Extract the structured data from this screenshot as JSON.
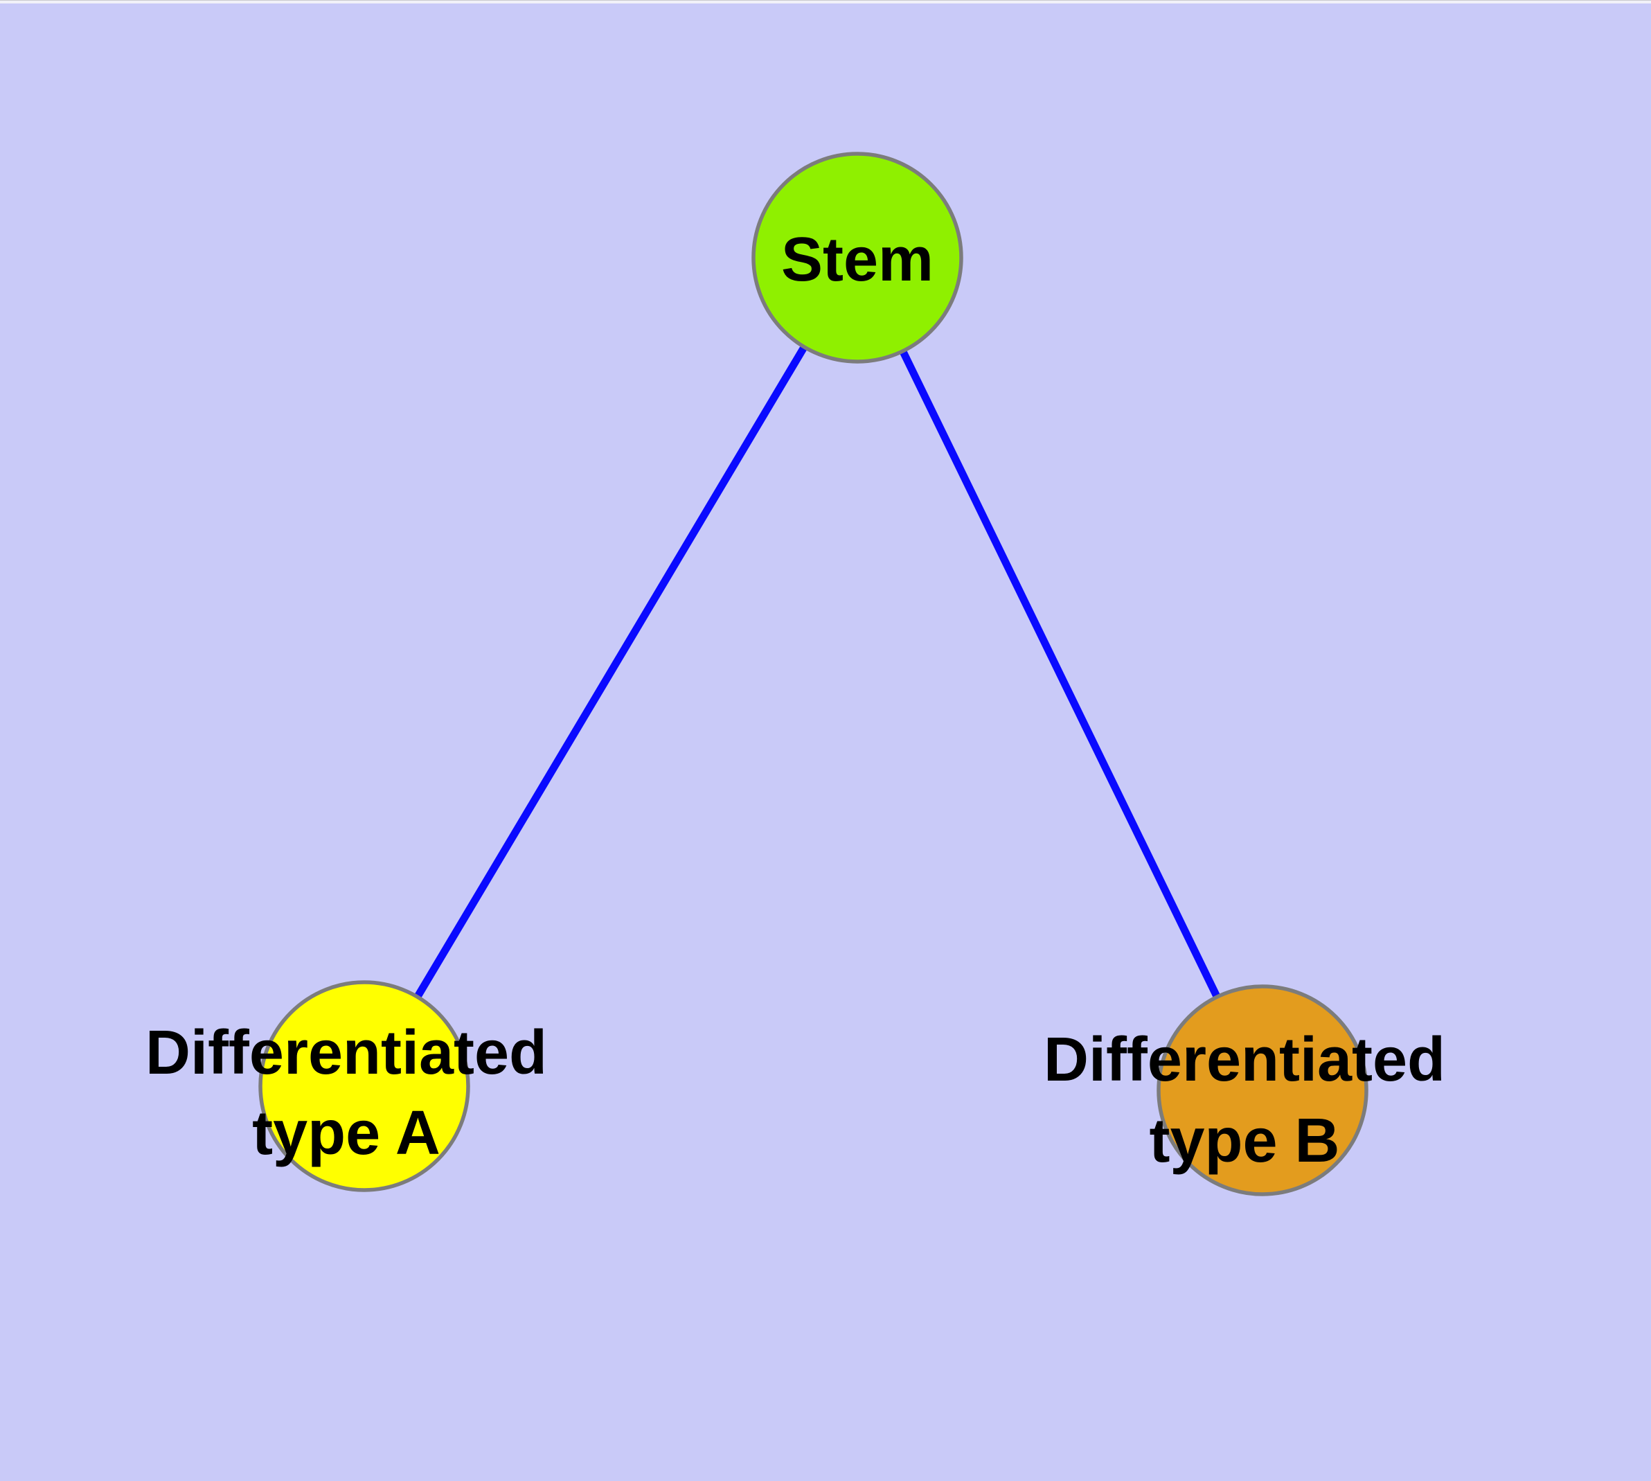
{
  "diagram": {
    "background_color": "#C9CAF8",
    "top_edge_strip_color": "#F1F1F8",
    "top_edge_line_color": "#C9C9CE",
    "text_color": "#000000",
    "node_border_color": "#7C7C7C",
    "edge_color": "#0A0AFF",
    "nodes": {
      "stem": {
        "label": "Stem",
        "fill": "#8FF000"
      },
      "type_a": {
        "label_line1": "Differentiated",
        "label_line2": "type A",
        "fill": "#FFFF00"
      },
      "type_b": {
        "label_line1": "Differentiated",
        "label_line2": "type B",
        "fill": "#E39C1E"
      }
    },
    "edges": [
      {
        "from": "Stem",
        "to": "Differentiated type A"
      },
      {
        "from": "Stem",
        "to": "Differentiated type B"
      }
    ]
  }
}
